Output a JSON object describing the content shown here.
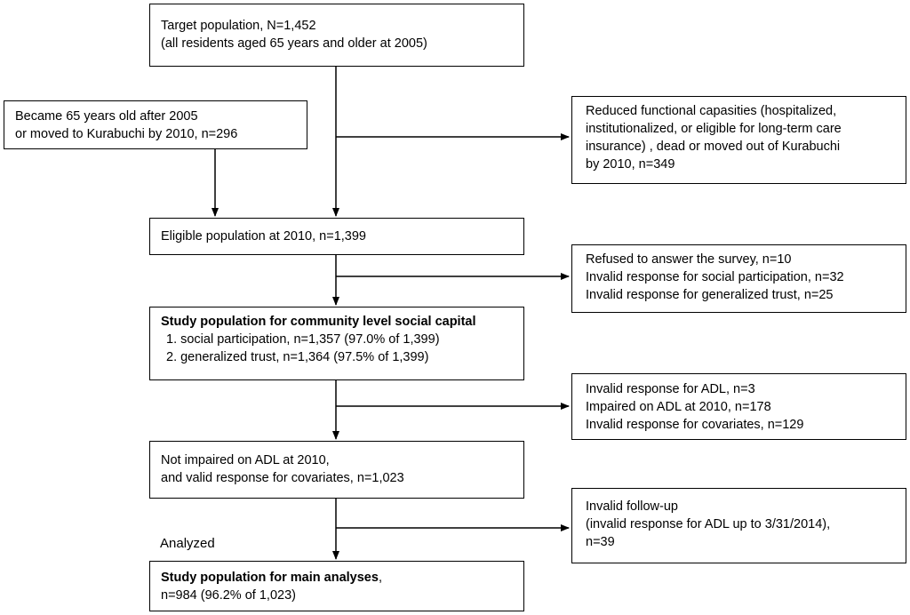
{
  "boxes": {
    "target": {
      "line1": "Target population, N=1,452",
      "line2": "(all residents aged 65 years and older at 2005)"
    },
    "added": {
      "line1": "Became 65 years old after 2005",
      "line2": "or moved to Kurabuchi by 2010, n=296"
    },
    "excluded1": {
      "line1": "Reduced functional capasities (hospitalized,",
      "line2": "institutionalized, or eligible for long-term care",
      "line3": "insurance) , dead  or moved out of Kurabuchi",
      "line4": "by 2010, n=349"
    },
    "eligible": {
      "line1": "Eligible population at 2010, n=1,399"
    },
    "excluded2": {
      "line1": "Refused to answer the survey, n=10",
      "line2": "Invalid response for social participation, n=32",
      "line3": "Invalid response for generalized trust, n=25"
    },
    "study_social": {
      "title": "Study population for community level social capital",
      "line1": "1. social participation, n=1,357 (97.0% of 1,399)",
      "line2": "2. generalized trust, n=1,364 (97.5% of 1,399)"
    },
    "excluded3": {
      "line1": "Invalid response for ADL, n=3",
      "line2": "Impaired on ADL at 2010, n=178",
      "line3": "Invalid response for covariates, n=129"
    },
    "not_impaired": {
      "line1": "Not impaired on ADL at 2010,",
      "line2": "and valid response for covariates, n=1,023"
    },
    "excluded4": {
      "line1": "Invalid follow-up",
      "line2": "(invalid response for ADL up to 3/31/2014),",
      "line3": "n=39"
    },
    "main": {
      "title": "Study population for main analyses",
      "title_suffix": ",",
      "line2": "n=984 (96.2% of 1,023)"
    }
  },
  "analyzed_label": "Analyzed"
}
